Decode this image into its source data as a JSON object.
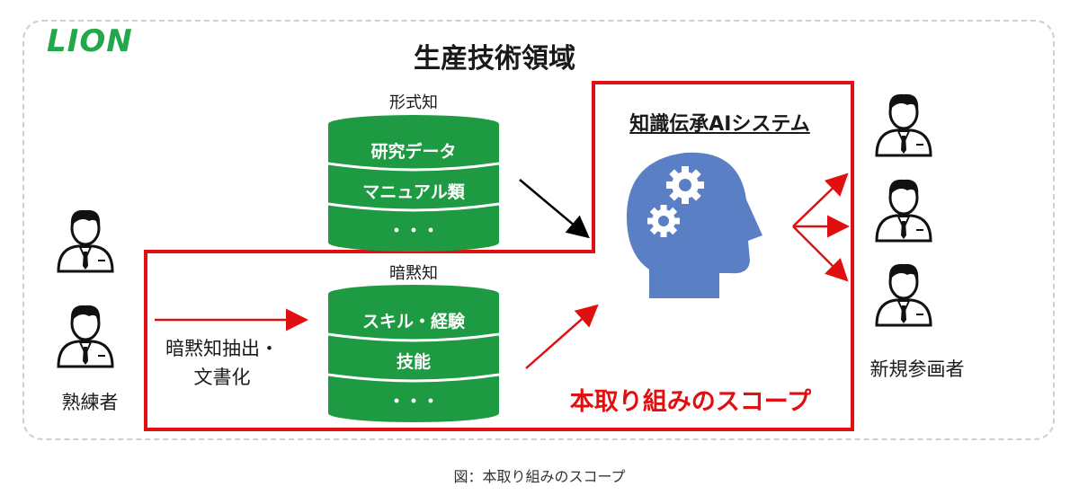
{
  "brand": {
    "logo_text": "LION",
    "logo_color": "#22a84a"
  },
  "diagram": {
    "title": "生産技術領域",
    "explicit_knowledge": {
      "label": "形式知",
      "layers": [
        "研究データ",
        "マニュアル類",
        "・・・"
      ]
    },
    "tacit_knowledge": {
      "label": "暗黙知",
      "layers": [
        "スキル・経験",
        "技能",
        "・・・"
      ]
    },
    "extraction_label": [
      "暗黙知抽出・",
      "文書化"
    ],
    "ai_system": {
      "title": "知識伝承AIシステム",
      "icon": "head-with-gears-icon",
      "color": "#5b7fc4"
    },
    "scope_label": "本取り組みのスコープ",
    "experts": {
      "label": "熟練者",
      "icon": "person-icon"
    },
    "newcomers": {
      "label": "新規参画者",
      "icon": "person-icon"
    },
    "colors": {
      "db_green": "#1e9b42",
      "scope_red": "#e01010",
      "arrow_red": "#e01010",
      "arrow_black": "#000000"
    }
  },
  "caption": "図：本取り組みのスコープ"
}
